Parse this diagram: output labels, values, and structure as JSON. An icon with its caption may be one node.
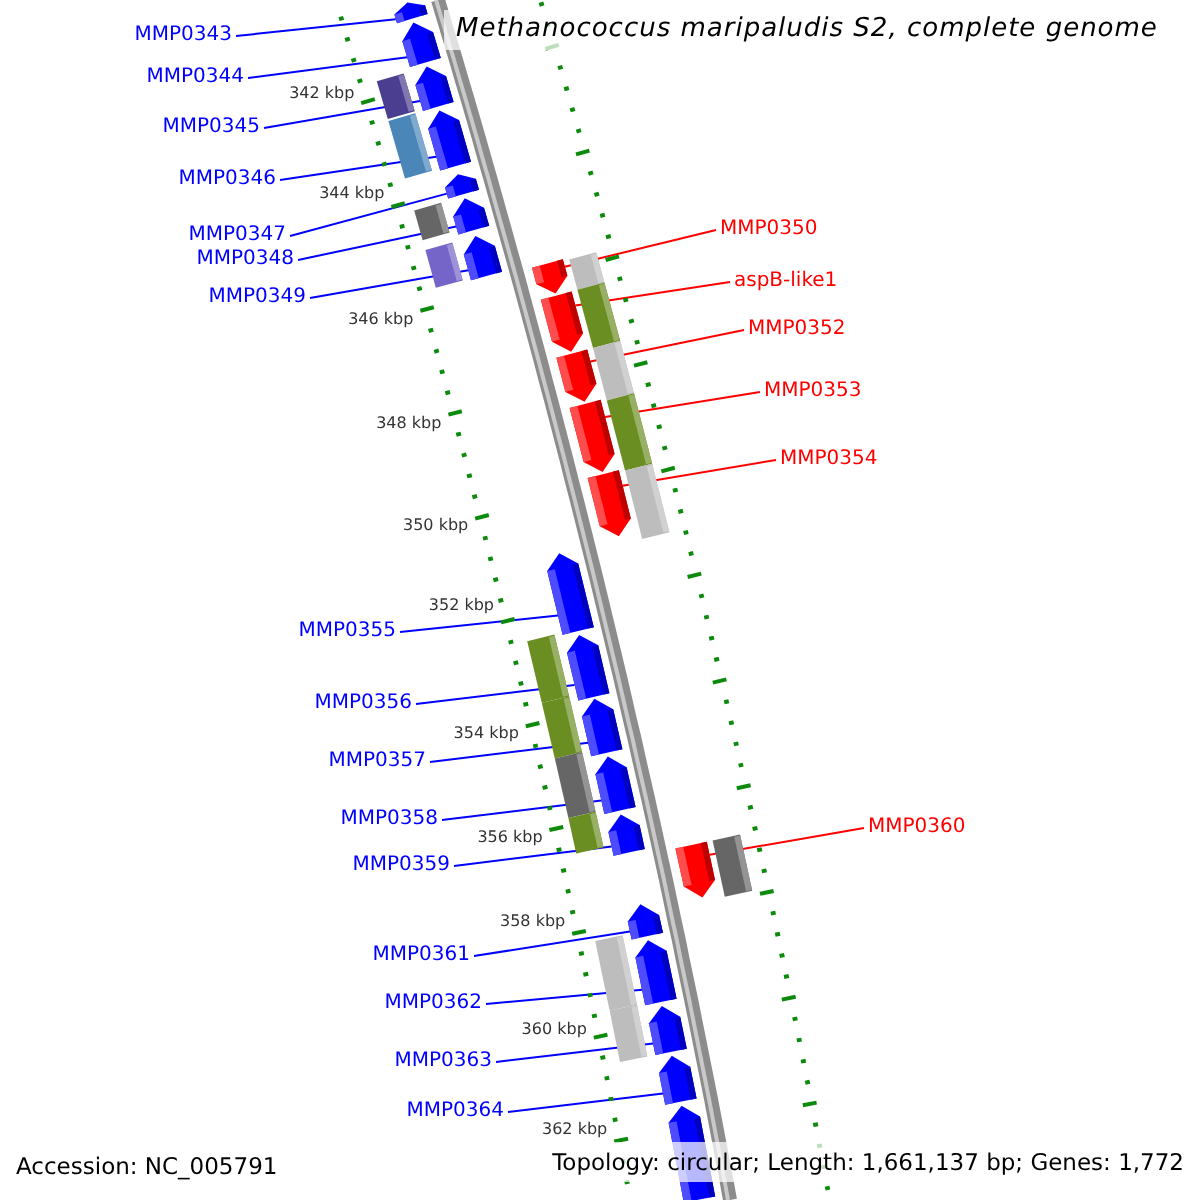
{
  "diagram": {
    "title": "Methanococcus maripaludis S2, complete genome",
    "nodes": [
      {
        "text": [
          "MMP0343"
        ]
      },
      {
        "text": [],
        "shape": "pentagon"
      },
      {
        "text": [
          "MMP0344"
        ]
      },
      {
        "text": [],
        "shape": "pentagon"
      },
      {
        "text": [
          "MMP0345"
        ]
      },
      {
        "text": [],
        "shape": "pentagon"
      },
      {
        "text": [
          "MMP0346"
        ]
      },
      {
        "text": [],
        "shape": "pentagon"
      },
      {
        "text": [
          "MMP0347"
        ]
      },
      {
        "text": [],
        "shape": "pentagon"
      },
      {
        "text": [
          "MMP0348"
        ]
      },
      {
        "text": [],
        "shape": "pentagon"
      },
      {
        "text": [
          "MMP0349"
        ]
      },
      {
        "text": [],
        "shape": "pentagon"
      },
      {
        "text": [
          "MMP0350"
        ]
      },
      {
        "text": [],
        "shape": "pentagon"
      },
      {
        "text": [
          "aspB-like1"
        ]
      },
      {
        "text": [],
        "shape": "pentagon"
      },
      {
        "text": [
          "MMP0352"
        ]
      },
      {
        "text": [],
        "shape": "pentagon"
      },
      {
        "text": [
          "MMP0353"
        ]
      },
      {
        "text": [],
        "shape": "pentagon"
      },
      {
        "text": [
          "MMP0354"
        ]
      },
      {
        "text": [],
        "shape": "pentagon"
      },
      {
        "text": [
          "MMP0355"
        ]
      },
      {
        "text": [],
        "shape": "pentagon"
      },
      {
        "text": [
          "MMP0356"
        ]
      },
      {
        "text": [],
        "shape": "pentagon"
      },
      {
        "text": [
          "MMP0357"
        ]
      },
      {
        "text": [],
        "shape": "pentagon"
      },
      {
        "text": [
          "MMP0358"
        ]
      },
      {
        "text": [],
        "shape": "pentagon"
      },
      {
        "text": [
          "MMP0359"
        ]
      },
      {
        "text": [],
        "shape": "pentagon"
      },
      {
        "text": [
          "MMP0360"
        ]
      },
      {
        "text": [],
        "shape": "pentagon"
      },
      {
        "text": [
          "MMP0361"
        ]
      },
      {
        "text": [],
        "shape": "pentagon"
      },
      {
        "text": [
          "MMP0362"
        ]
      },
      {
        "text": [],
        "shape": "pentagon"
      },
      {
        "text": [
          "MMP0363"
        ]
      },
      {
        "text": [],
        "shape": "pentagon"
      },
      {
        "text": [
          "MMP0364"
        ]
      },
      {
        "text": [],
        "shape": "pentagon"
      }
    ],
    "edges": [
      {
        "from": 0,
        "to": 1,
        "arrow": "none"
      },
      {
        "from": 2,
        "to": 3,
        "arrow": "none"
      },
      {
        "from": 4,
        "to": 5,
        "arrow": "none"
      },
      {
        "from": 6,
        "to": 7,
        "arrow": "none"
      },
      {
        "from": 8,
        "to": 9,
        "arrow": "none"
      },
      {
        "from": 10,
        "to": 11,
        "arrow": "none"
      },
      {
        "from": 12,
        "to": 13,
        "arrow": "none"
      },
      {
        "from": 14,
        "to": 15,
        "arrow": "none",
        "color": "#ff0000"
      },
      {
        "from": 16,
        "to": 17,
        "arrow": "none",
        "color": "#ff0000"
      },
      {
        "from": 18,
        "to": 19,
        "arrow": "none",
        "color": "#ff0000"
      },
      {
        "from": 20,
        "to": 21,
        "arrow": "none",
        "color": "#ff0000"
      },
      {
        "from": 22,
        "to": 23,
        "arrow": "none",
        "color": "#ff0000"
      },
      {
        "from": 24,
        "to": 25,
        "arrow": "none"
      },
      {
        "from": 26,
        "to": 27,
        "arrow": "none"
      },
      {
        "from": 28,
        "to": 29,
        "arrow": "none"
      },
      {
        "from": 30,
        "to": 31,
        "arrow": "none"
      },
      {
        "from": 32,
        "to": 33,
        "arrow": "none"
      },
      {
        "from": 34,
        "to": 35,
        "arrow": "none",
        "color": "#ff0000"
      },
      {
        "from": 36,
        "to": 37,
        "arrow": "none"
      },
      {
        "from": 38,
        "to": 39,
        "arrow": "none"
      },
      {
        "from": 40,
        "to": 41,
        "arrow": "none"
      },
      {
        "from": 42,
        "to": 43,
        "arrow": "none"
      }
    ],
    "labels": [
      "342 kbp",
      "344 kbp",
      "346 kbp",
      "348 kbp",
      "350 kbp",
      "352 kbp",
      "354 kbp",
      "356 kbp",
      "358 kbp",
      "360 kbp",
      "362 kbp",
      "Accession: NC_005791",
      "Topology: circular; Length: 1,661,137 bp; Genes: 1,772"
    ]
  }
}
